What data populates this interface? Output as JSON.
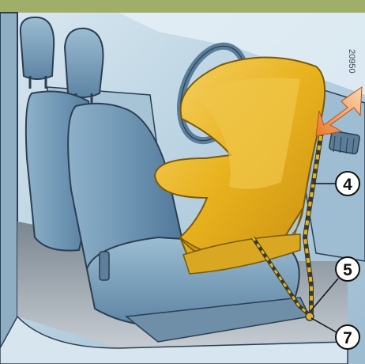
{
  "illustration": {
    "reference_code": "20950",
    "callouts": [
      {
        "label": "4"
      },
      {
        "label": "5"
      },
      {
        "label": "7"
      }
    ],
    "colors": {
      "top_band": "#9fae68",
      "interior_base": "#b9d3e3",
      "seat_blue": "#6f97b4",
      "child_seat_yellow": "#e8b21e",
      "arrow_orange": "#e9792d",
      "belt_dark": "#3a3a2a"
    }
  }
}
